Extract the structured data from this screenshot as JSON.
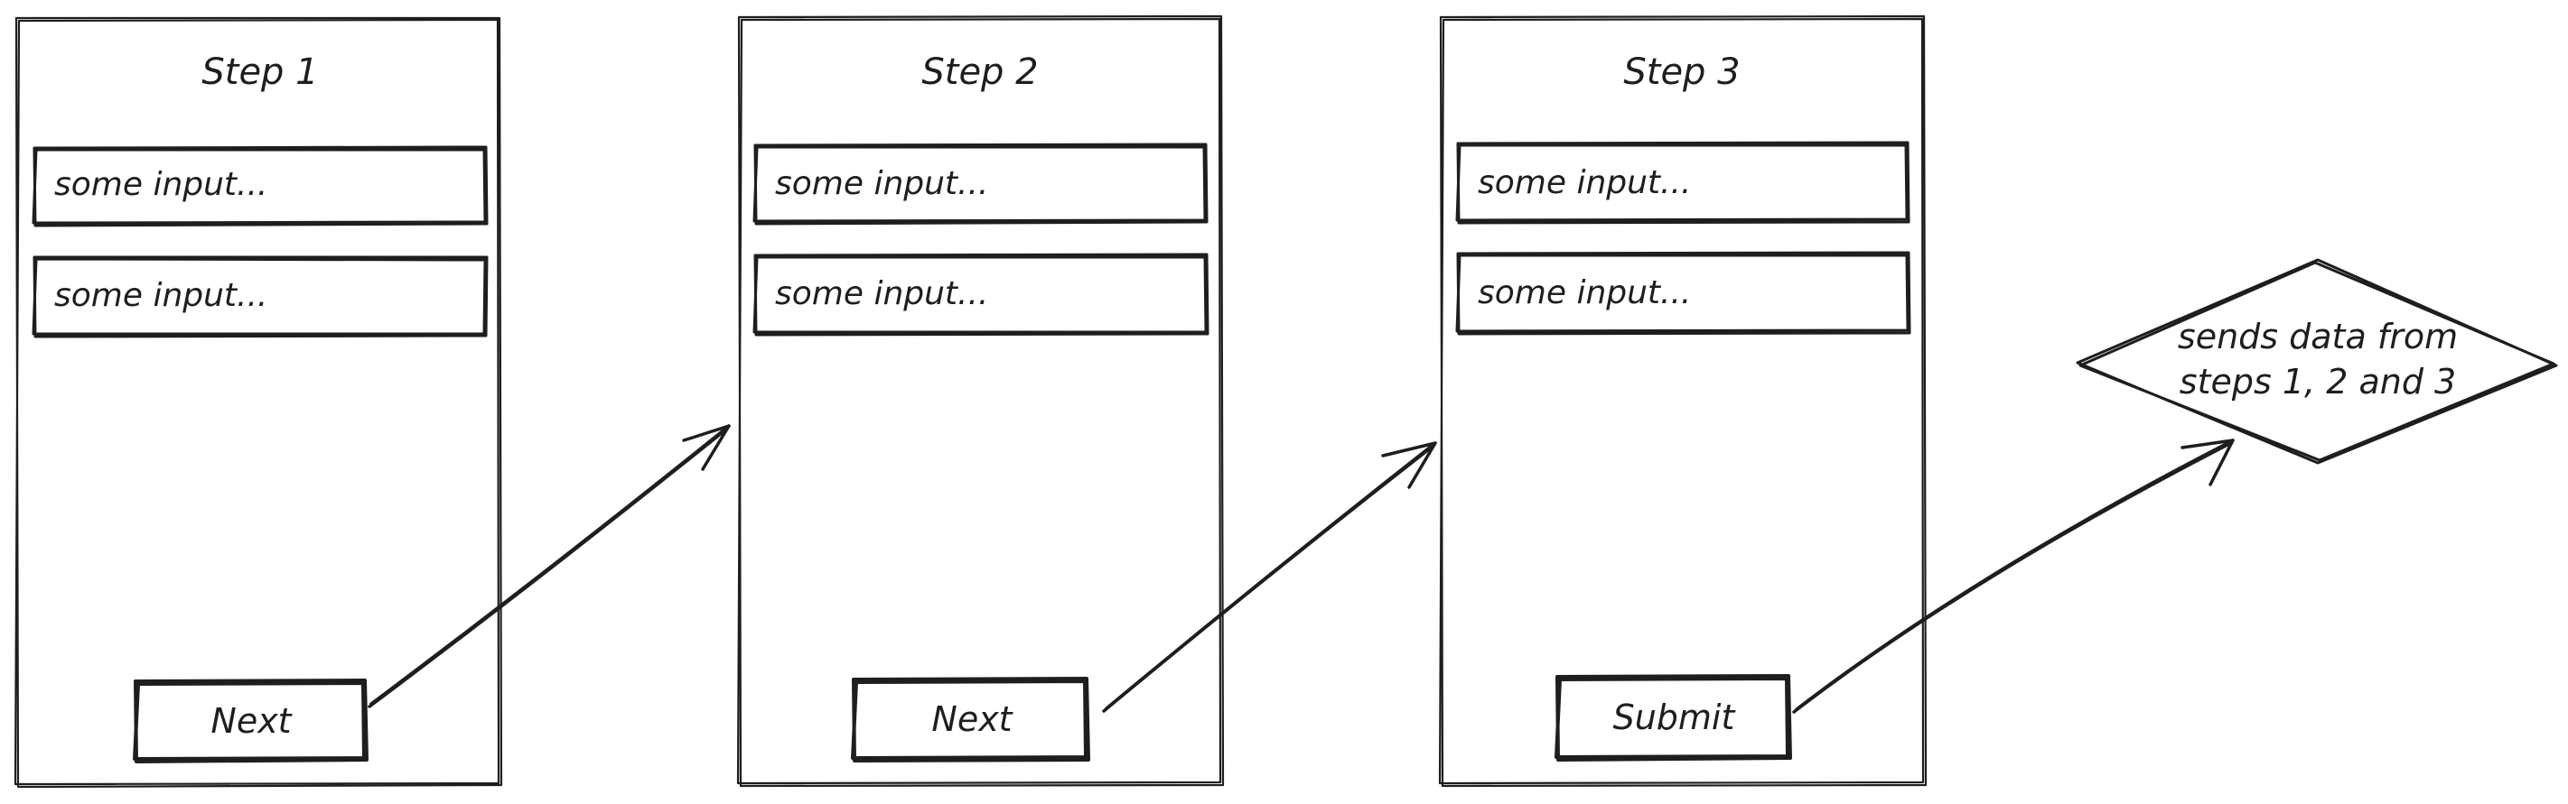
{
  "steps": [
    {
      "title": "Step 1",
      "inputs": [
        "some input...",
        "some input..."
      ],
      "button": "Next"
    },
    {
      "title": "Step 2",
      "inputs": [
        "some input...",
        "some input..."
      ],
      "button": "Next"
    },
    {
      "title": "Step 3",
      "inputs": [
        "some input...",
        "some input..."
      ],
      "button": "Submit"
    }
  ],
  "decision": {
    "lines": [
      "sends data from",
      "steps 1, 2 and 3"
    ]
  },
  "colors": {
    "stroke": "#1e1e1e",
    "background": "#ffffff"
  }
}
